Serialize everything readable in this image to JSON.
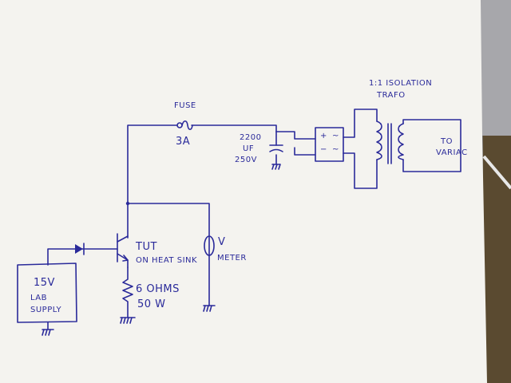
{
  "labels": {
    "fuse": "FUSE",
    "fuse_rating": "3A",
    "cap_value": "2200",
    "cap_unit": "UF",
    "cap_voltage": "250V",
    "transformer_title_1": "1:1 ISOLATION",
    "transformer_title_2": "TRAFO",
    "to_variac_1": "TO",
    "to_variac_2": "VARIAC",
    "tut": "TUT",
    "tut_note": "ON HEAT SINK",
    "v_symbol": "V",
    "meter": "METER",
    "resistor_value": "6 OHMS",
    "resistor_power": "50 W",
    "supply_voltage": "15V",
    "supply_name_1": "LAB",
    "supply_name_2": "SUPPLY",
    "rectifier_plus": "+",
    "rectifier_minus": "−",
    "rectifier_ac": "~"
  },
  "colors": {
    "ink": "#2a2a9a",
    "paper": "#f4f3ef",
    "background": "#6b6660"
  }
}
